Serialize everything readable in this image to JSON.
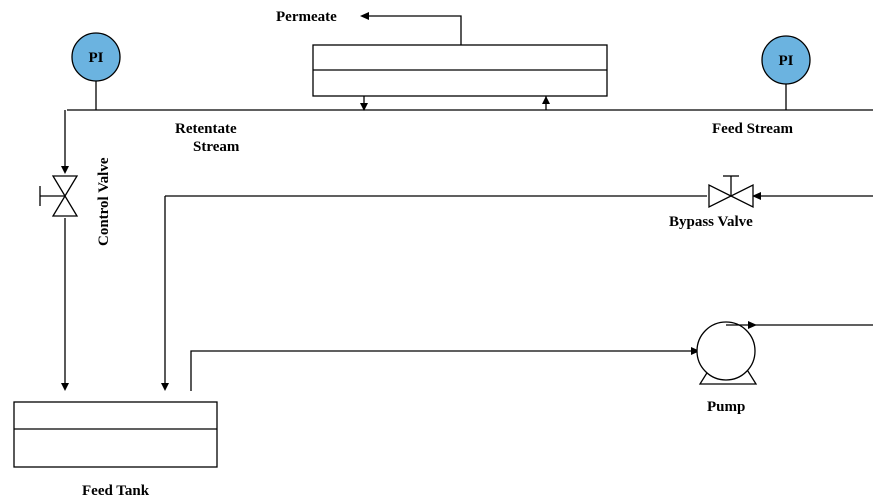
{
  "labels": {
    "permeate": "Permeate",
    "retentate_line1": "Retentate",
    "retentate_line2": "Stream",
    "feed_stream": "Feed Stream",
    "control_valve": "Control Valve",
    "bypass_valve": "Bypass Valve",
    "pump": "Pump",
    "feed_tank": "Feed Tank"
  },
  "instruments": {
    "pi_left": "PI",
    "pi_right": "PI"
  },
  "colors": {
    "pi_fill": "#6bb3e0",
    "line": "#000000"
  }
}
